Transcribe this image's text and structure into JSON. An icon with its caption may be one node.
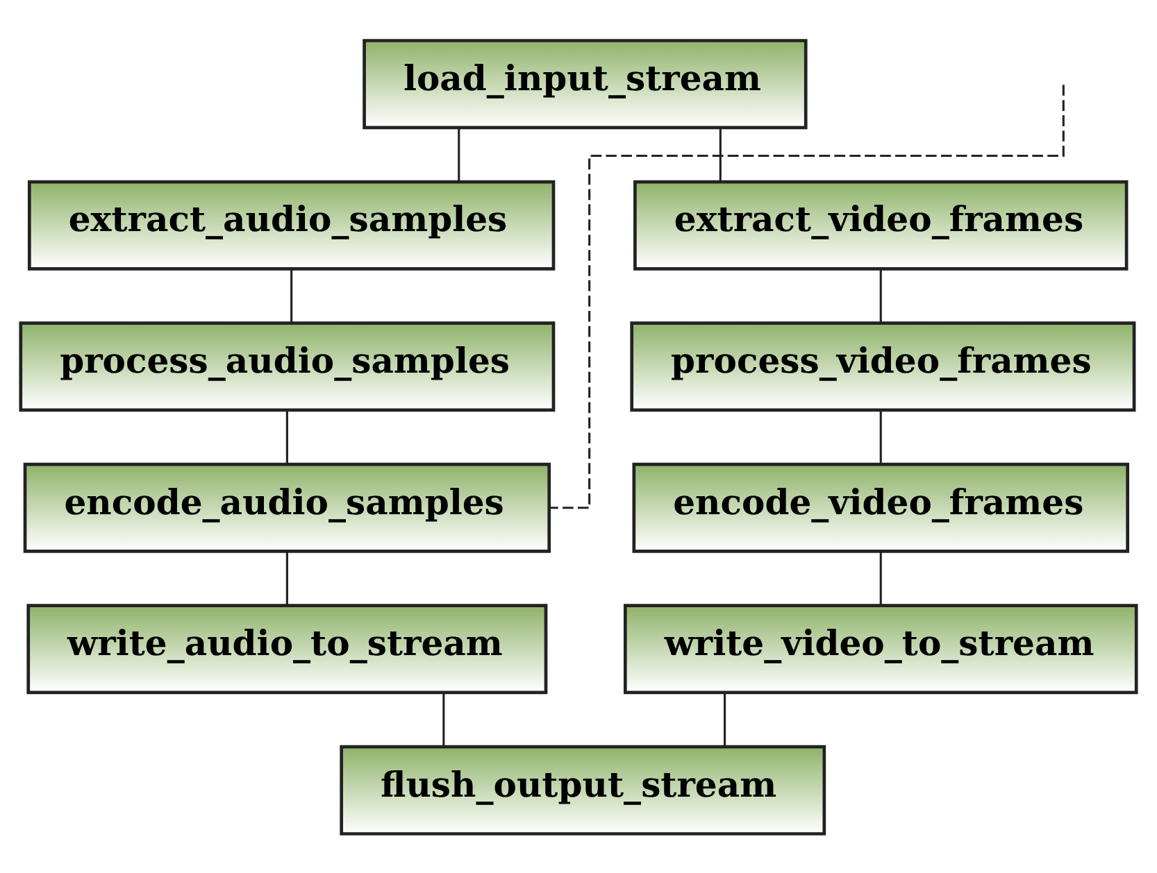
{
  "diagram": {
    "nodes": [
      {
        "text": [
          "load_input_stream"
        ]
      },
      {
        "text": [
          "extract_audio_samples"
        ]
      },
      {
        "text": [
          "process_audio_samples"
        ]
      },
      {
        "text": [
          "encode_audio_samples"
        ]
      },
      {
        "text": [
          "write_audio_to_stream"
        ]
      },
      {
        "text": [
          "extract_video_frames"
        ]
      },
      {
        "text": [
          "process_video_frames"
        ]
      },
      {
        "text": [
          "encode_video_frames"
        ]
      },
      {
        "text": [
          "write_video_to_stream"
        ]
      },
      {
        "text": [
          "flush_output_stream"
        ]
      }
    ],
    "edges": [
      {
        "from": 0,
        "to": 1,
        "arrow": "none"
      },
      {
        "from": 0,
        "to": 5,
        "arrow": "none"
      },
      {
        "from": 1,
        "to": 2,
        "arrow": "none"
      },
      {
        "from": 2,
        "to": 3,
        "arrow": "none"
      },
      {
        "from": 3,
        "to": 4,
        "arrow": "none"
      },
      {
        "from": 5,
        "to": 6,
        "arrow": "none"
      },
      {
        "from": 6,
        "to": 7,
        "arrow": "none"
      },
      {
        "from": 7,
        "to": 8,
        "arrow": "none"
      },
      {
        "from": 4,
        "to": 9,
        "arrow": "none"
      },
      {
        "from": 8,
        "to": 9,
        "arrow": "none"
      },
      {
        "from": null,
        "to": 3,
        "arrow": "none",
        "style": "dashed"
      }
    ]
  }
}
